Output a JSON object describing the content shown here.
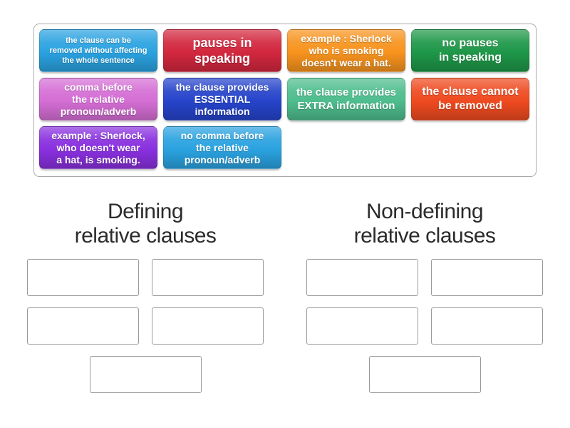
{
  "bank": {
    "tiles": [
      {
        "label": "the clause can be\nremoved without affecting\nthe whole sentence",
        "color": "#2AA2E0"
      },
      {
        "label": "pauses in\nspeaking",
        "color": "#D2273E"
      },
      {
        "label": "example : Sherlock\nwho is smoking\ndoesn't wear a hat.",
        "color": "#F7931E"
      },
      {
        "label": "no pauses\nin speaking",
        "color": "#1E9748"
      },
      {
        "label": "comma before\nthe relative\npronoun/adverb",
        "color": "#D56ED5"
      },
      {
        "label": "the clause provides\nESSENTIAL\ninformation",
        "color": "#2644CB"
      },
      {
        "label": "the clause provides\nEXTRA information",
        "color": "#4EBD8D"
      },
      {
        "label": "the clause cannot\nbe removed",
        "color": "#EF4A20"
      },
      {
        "label": "example : Sherlock,\nwho doesn't wear\na hat, is smoking.",
        "color": "#8930DF"
      },
      {
        "label": "no comma before\nthe relative\npronoun/adverb",
        "color": "#2AA2E0"
      }
    ]
  },
  "groups": [
    {
      "title_line1": "Defining",
      "title_line2": "relative clauses"
    },
    {
      "title_line1": "Non-defining",
      "title_line2": "relative clauses"
    }
  ]
}
